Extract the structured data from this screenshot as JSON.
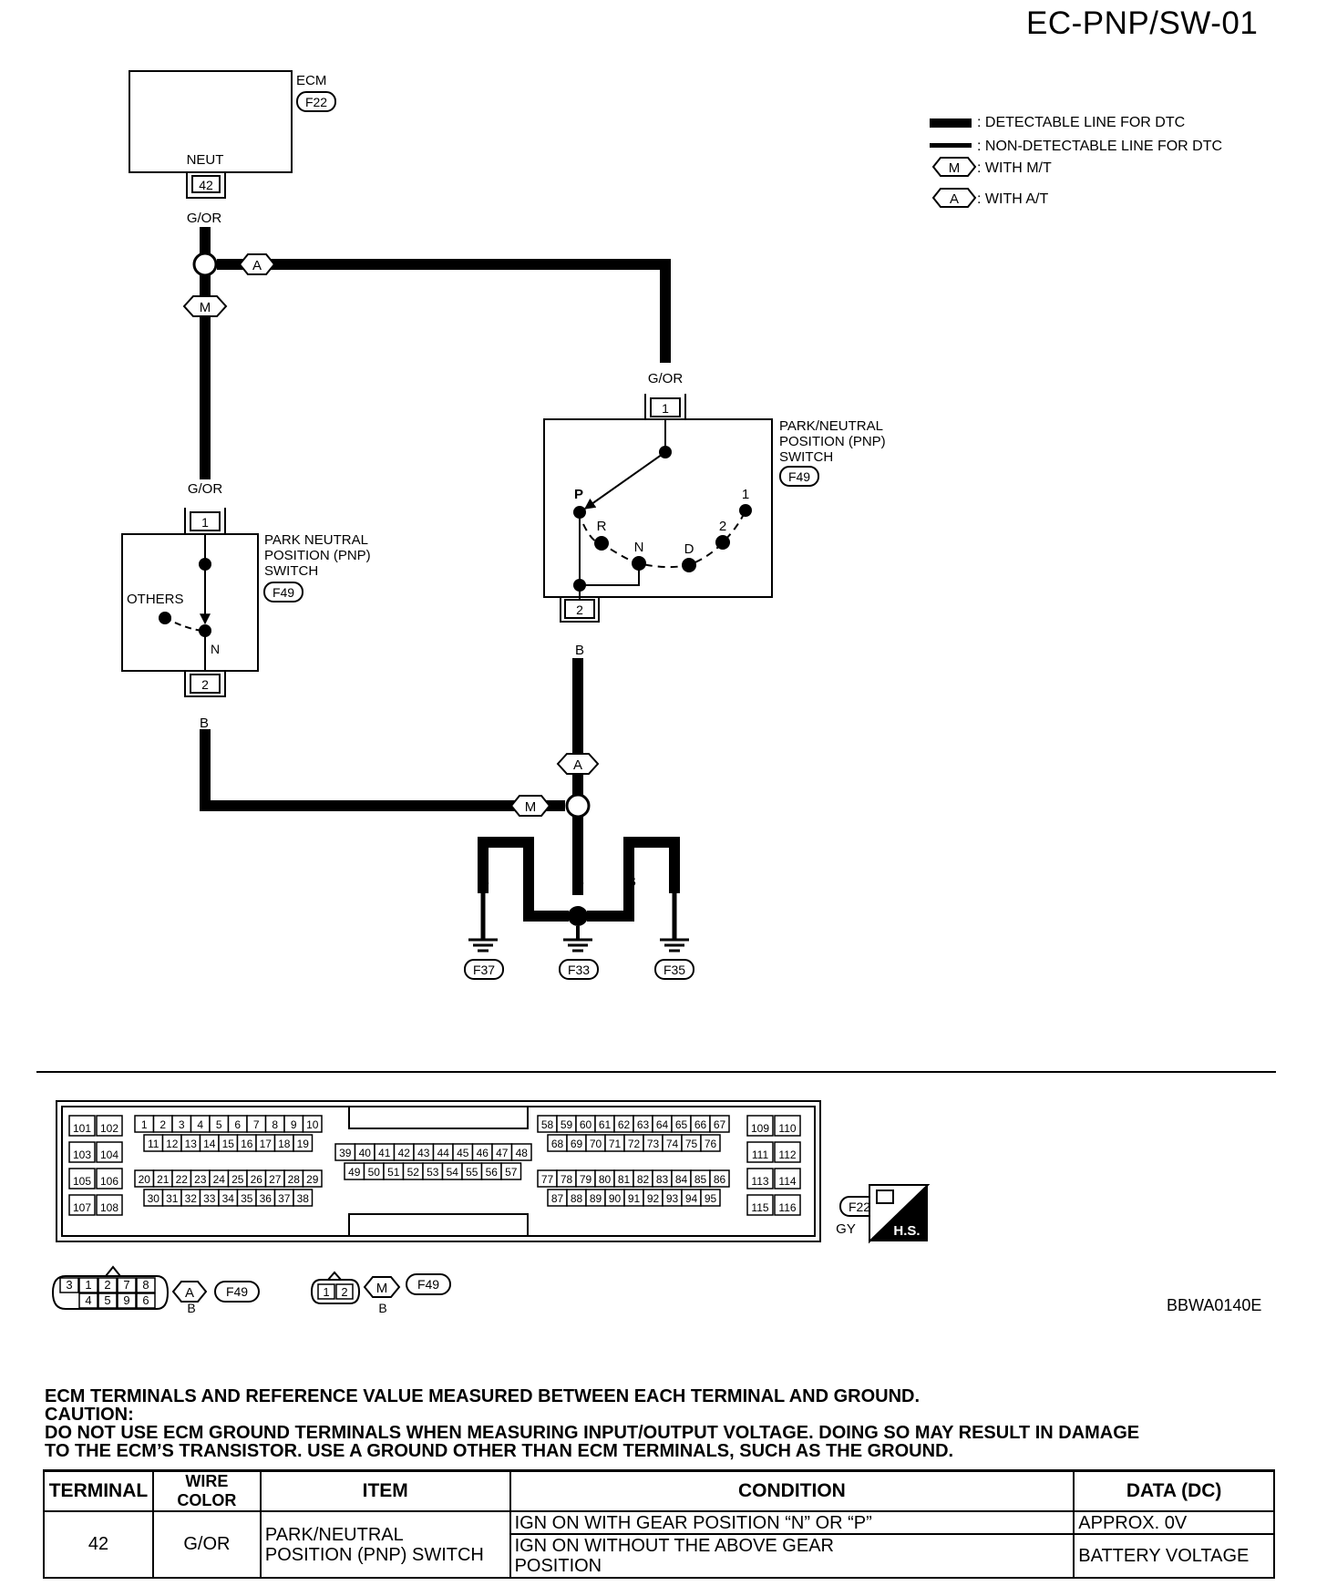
{
  "header": {
    "page_id": "EC-PNP/SW-01"
  },
  "legend": {
    "detectable": ": DETECTABLE LINE FOR DTC",
    "non_detectable": ": NON-DETECTABLE LINE FOR DTC",
    "m_tag": "M",
    "m_text": ": WITH M/T",
    "a_tag": "A",
    "a_text": ": WITH A/T"
  },
  "ecm": {
    "title": "ECM",
    "connector": "F22",
    "pin_label": "NEUT",
    "terminal": "42",
    "wire": "G/OR"
  },
  "mt_switch": {
    "title_lines": [
      "PARK NEUTRAL",
      "POSITION (PNP)",
      "SWITCH"
    ],
    "connector": "F49",
    "pin_top": "1",
    "pin_bottom": "2",
    "wire_top": "G/OR",
    "wire_bottom": "B",
    "others": "OTHERS",
    "n": "N"
  },
  "at_switch": {
    "title_lines": [
      "PARK/NEUTRAL",
      "POSITION (PNP)",
      "SWITCH"
    ],
    "connector": "F49",
    "pin_top": "1",
    "pin_bottom": "2",
    "wire_top": "G/OR",
    "wire_bottom": "B",
    "positions": [
      "P",
      "R",
      "N",
      "D",
      "2",
      "1"
    ]
  },
  "branch_tags": {
    "a": "A",
    "m": "M"
  },
  "grounds": {
    "wire": "B",
    "labels": [
      "F37",
      "F33",
      "F35"
    ]
  },
  "ecm_connector": {
    "left_pairs": [
      [
        "101",
        "102"
      ],
      [
        "103",
        "104"
      ],
      [
        "105",
        "106"
      ],
      [
        "107",
        "108"
      ]
    ],
    "block1_row1": [
      "1",
      "2",
      "3",
      "4",
      "5",
      "6",
      "7",
      "8",
      "9",
      "10"
    ],
    "block1_row2": [
      "11",
      "12",
      "13",
      "14",
      "15",
      "16",
      "17",
      "18",
      "19"
    ],
    "block1_row3": [
      "20",
      "21",
      "22",
      "23",
      "24",
      "25",
      "26",
      "27",
      "28",
      "29"
    ],
    "block1_row4": [
      "30",
      "31",
      "32",
      "33",
      "34",
      "35",
      "36",
      "37",
      "38"
    ],
    "block2_row1": [
      "39",
      "40",
      "41",
      "42",
      "43",
      "44",
      "45",
      "46",
      "47",
      "48"
    ],
    "block2_row2": [
      "49",
      "50",
      "51",
      "52",
      "53",
      "54",
      "55",
      "56",
      "57"
    ],
    "block3_row1": [
      "58",
      "59",
      "60",
      "61",
      "62",
      "63",
      "64",
      "65",
      "66",
      "67"
    ],
    "block3_row2": [
      "68",
      "69",
      "70",
      "71",
      "72",
      "73",
      "74",
      "75",
      "76"
    ],
    "block3_row3": [
      "77",
      "78",
      "79",
      "80",
      "81",
      "82",
      "83",
      "84",
      "85",
      "86"
    ],
    "block3_row4": [
      "87",
      "88",
      "89",
      "90",
      "91",
      "92",
      "93",
      "94",
      "95"
    ],
    "right_pairs": [
      [
        "109",
        "110"
      ],
      [
        "111",
        "112"
      ],
      [
        "113",
        "114"
      ],
      [
        "115",
        "116"
      ]
    ],
    "connector": "F22",
    "color": "GY",
    "hs": "H.S."
  },
  "connector_views": {
    "at": {
      "top": [
        "3",
        "1",
        "2",
        "7",
        "8"
      ],
      "bottom": [
        "4",
        "5",
        "9",
        "6"
      ],
      "tag": "A",
      "connector": "F49",
      "color": "B"
    },
    "mt": {
      "pins": [
        "1",
        "2"
      ],
      "tag": "M",
      "connector": "F49",
      "color": "B"
    }
  },
  "figure_id": "BBWA0140E",
  "notes": {
    "line1": "ECM TERMINALS AND REFERENCE VALUE MEASURED BETWEEN EACH TERMINAL AND GROUND.",
    "line2": "CAUTION:",
    "line3": "DO NOT USE ECM GROUND TERMINALS WHEN MEASURING INPUT/OUTPUT VOLTAGE. DOING SO MAY RESULT IN DAMAGE",
    "line4": "TO THE ECM’S TRANSISTOR. USE A GROUND OTHER THAN ECM TERMINALS, SUCH AS THE GROUND."
  },
  "table": {
    "headers": [
      "TERMINAL",
      "WIRE COLOR",
      "ITEM",
      "CONDITION",
      "DATA (DC)"
    ],
    "terminal": "42",
    "wire_color": "G/OR",
    "item_line1": "PARK/NEUTRAL",
    "item_line2": "POSITION (PNP) SWITCH",
    "cond1": "IGN ON WITH GEAR POSITION “N” OR “P”",
    "data1": "APPROX. 0V",
    "cond2_line1": "IGN ON WITHOUT THE ABOVE GEAR",
    "cond2_line2": "POSITION",
    "data2": "BATTERY VOLTAGE"
  }
}
